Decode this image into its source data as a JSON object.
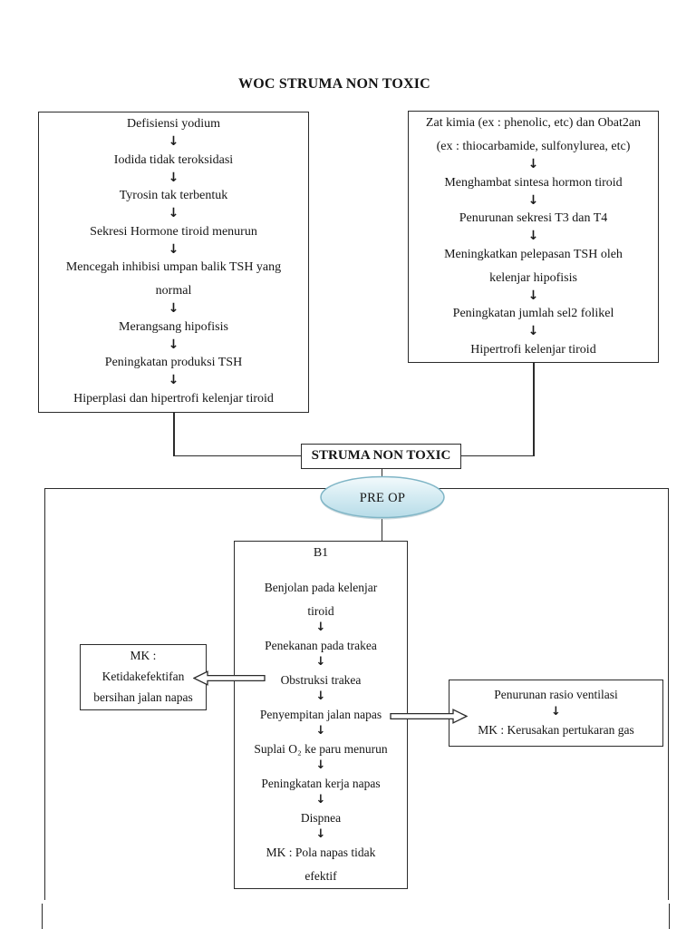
{
  "title": "WOC STRUMA NON TOXIC",
  "left_box": {
    "steps": [
      [
        "Defisiensi yodium"
      ],
      [
        "Iodida tidak teroksidasi"
      ],
      [
        "Tyrosin tak terbentuk"
      ],
      [
        "Sekresi Hormone tiroid menurun"
      ],
      [
        "Mencegah inhibisi umpan balik TSH yang",
        "normal"
      ],
      [
        "Merangsang hipofisis"
      ],
      [
        "Peningkatan produksi TSH"
      ],
      [
        "Hiperplasi dan hipertrofi kelenjar tiroid"
      ]
    ]
  },
  "right_box": {
    "steps": [
      [
        "Zat kimia (ex : phenolic, etc) dan Obat2an",
        "(ex : thiocarbamide, sulfonylurea, etc)"
      ],
      [
        "Menghambat sintesa hormon tiroid"
      ],
      [
        "Penurunan sekresi T3 dan T4"
      ],
      [
        "Meningkatkan pelepasan TSH oleh",
        "kelenjar hipofisis"
      ],
      [
        "Peningkatan jumlah sel2 folikel"
      ],
      [
        "Hipertrofi kelenjar tiroid"
      ]
    ]
  },
  "struma_box": {
    "label": "STRUMA NON TOXIC"
  },
  "pre_op": {
    "label": "PRE OP"
  },
  "b1_box": {
    "label": "B1",
    "steps": [
      [
        "Benjolan pada kelenjar",
        "tiroid"
      ],
      [
        "Penekanan pada trakea"
      ],
      [
        "Obstruksi trakea"
      ],
      [
        "Penyempitan jalan napas"
      ],
      [
        "Suplai O₂ ke paru menurun"
      ],
      [
        "Peningkatan kerja napas"
      ],
      [
        "Dispnea"
      ],
      [
        "MK : Pola napas tidak",
        "efektif"
      ]
    ]
  },
  "mk_left_box": {
    "lines": [
      "MK :",
      "Ketidakefektifan",
      "bersihan jalan napas"
    ]
  },
  "mk_right_box": {
    "line1": "Penurunan rasio ventilasi",
    "line2": "MK : Kerusakan pertukaran gas"
  },
  "icons": {
    "down_arrow": "↓"
  },
  "colors": {
    "border": "#2b2b2b",
    "ellipse_fill_top": "#ecf7fa",
    "ellipse_fill_bottom": "#b7dce8",
    "ellipse_stroke": "#7fb5c6"
  }
}
